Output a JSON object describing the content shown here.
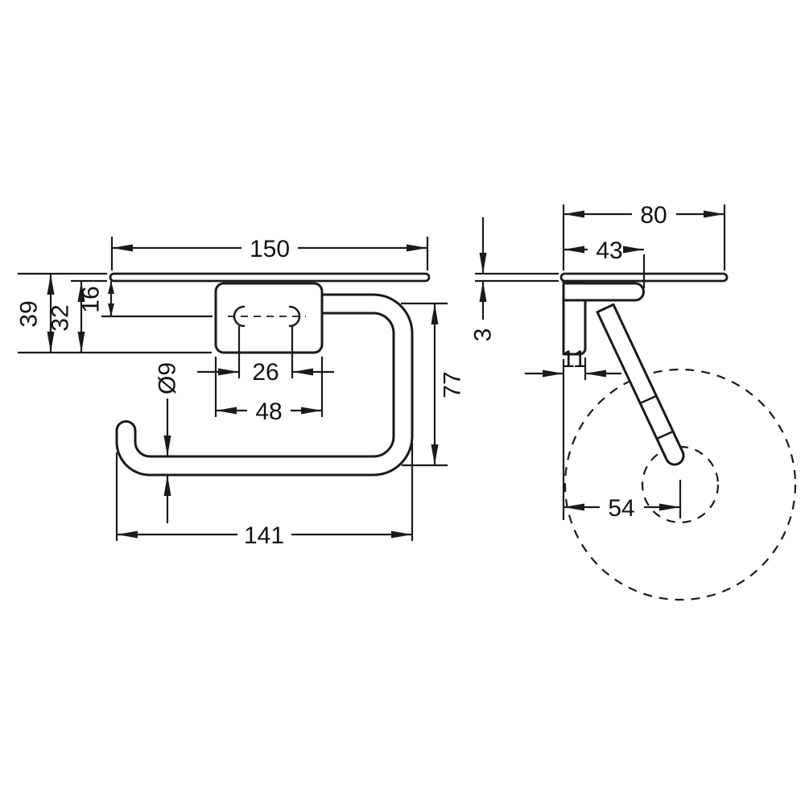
{
  "colors": {
    "line": "#1a1a1a",
    "background": "#ffffff"
  },
  "front_view": {
    "shelf_width": "150",
    "overall_height": "39",
    "bracket_drop": "32",
    "slot_center_drop": "16",
    "slot_spacing": "26",
    "bracket_width": "48",
    "bar_diameter": "Ø9",
    "holder_height": "77",
    "holder_length": "141"
  },
  "side_view": {
    "shelf_depth": "80",
    "plate_depth": "43",
    "shelf_thickness": "3",
    "wall_bracket_thickness": "11",
    "roll_center_offset": "54"
  }
}
